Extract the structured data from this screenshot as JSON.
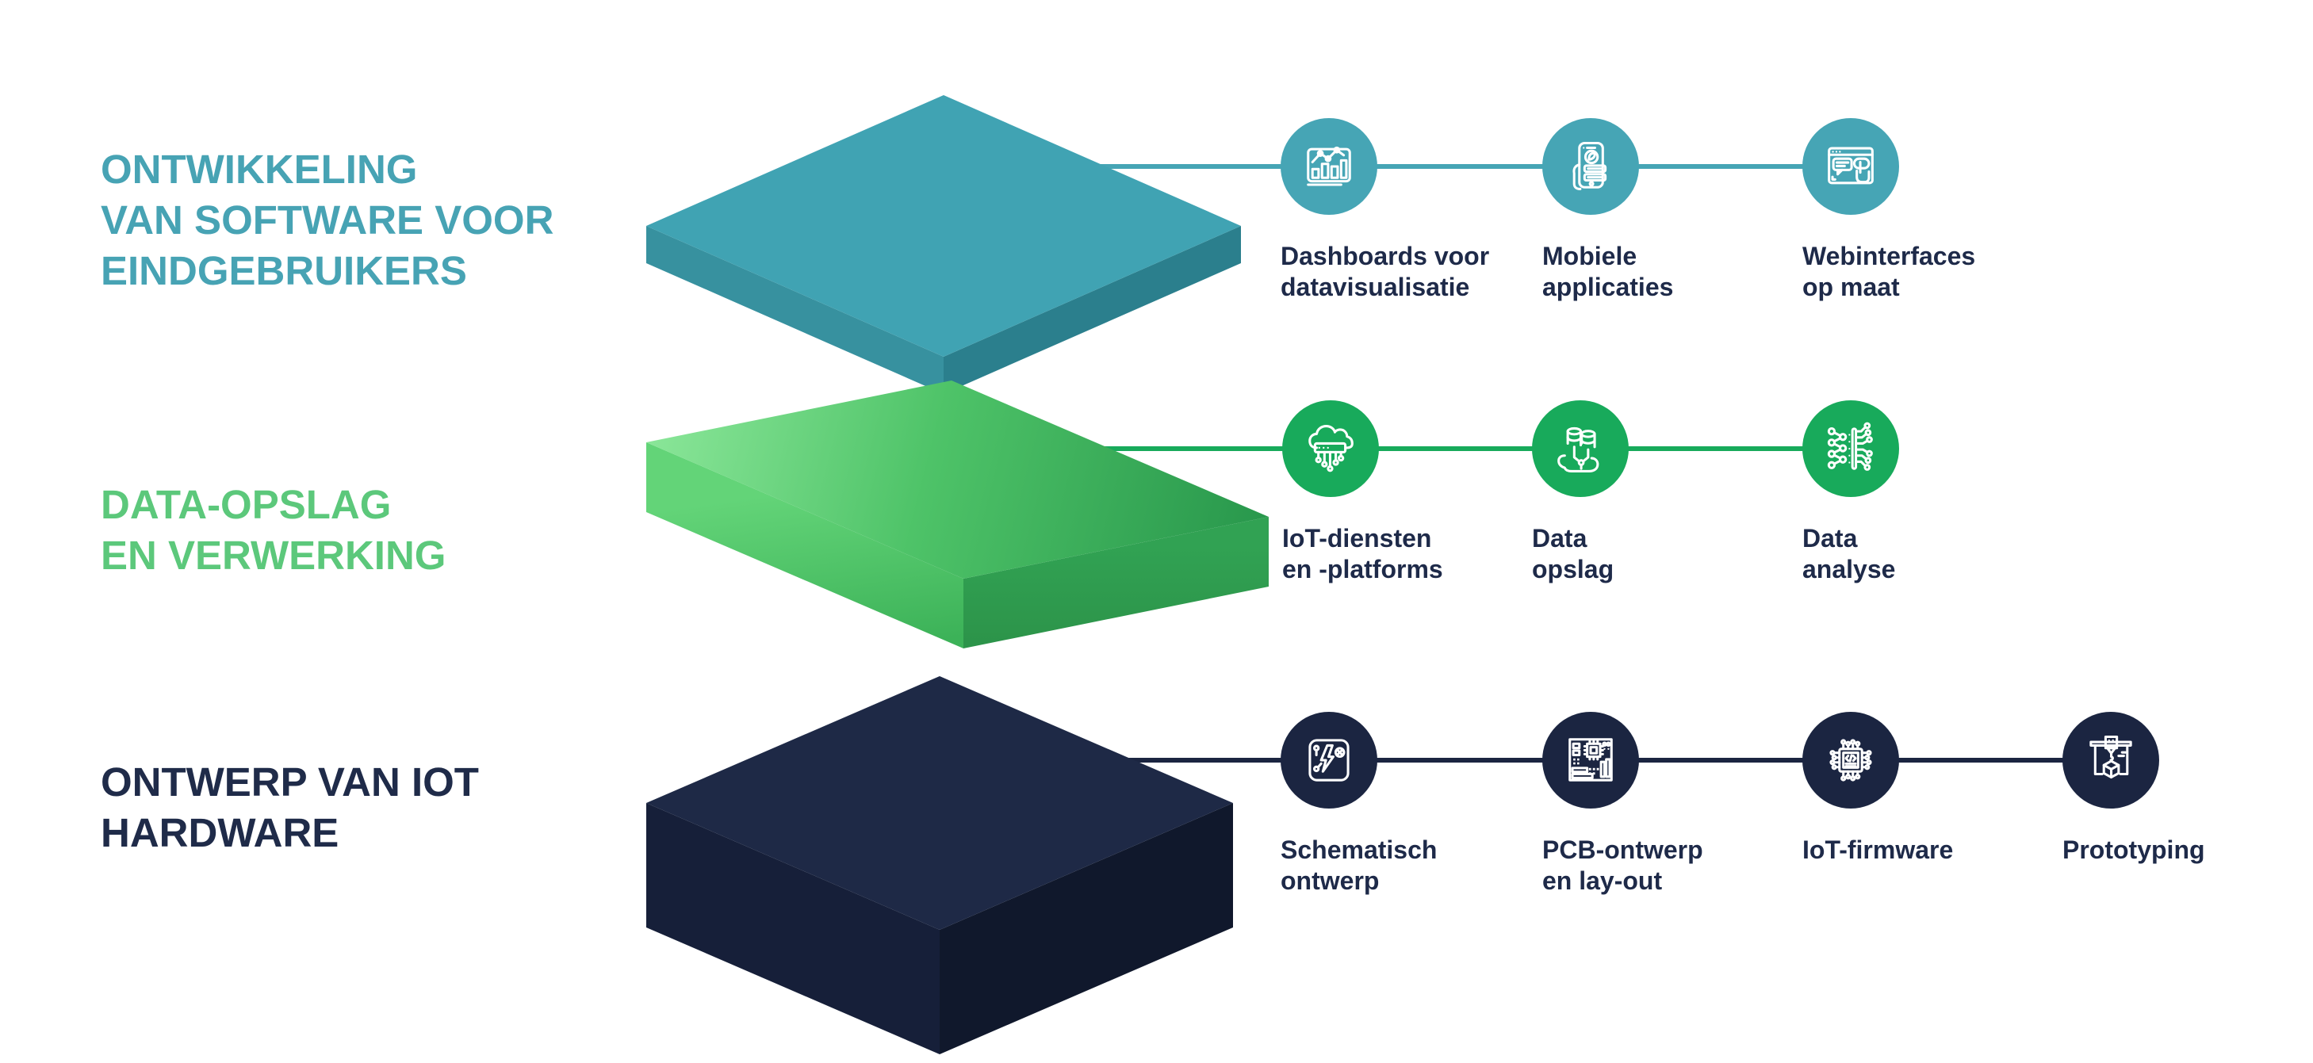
{
  "palette": {
    "teal": "#46a5b5",
    "green": "#18aa5b",
    "navy": "#1b2541",
    "title_teal": "#47a3b4",
    "title_green": "#5cc87b",
    "title_navy": "#1f2b49",
    "label_text": "#1e2a49",
    "background": "#ffffff",
    "green_slab_light": "#8ce79a",
    "green_slab_dark": "#27964b"
  },
  "rows": [
    {
      "title_lines": [
        "ONTWIKKELING",
        "VAN SOFTWARE VOOR",
        "EINDGEBRUIKERS"
      ],
      "items": [
        {
          "icon": "dashboard-chart-icon",
          "label_lines": [
            "Dashboards voor",
            "datavisualisatie"
          ]
        },
        {
          "icon": "mobile-app-icon",
          "label_lines": [
            "Mobiele",
            "applicaties"
          ]
        },
        {
          "icon": "web-interface-icon",
          "label_lines": [
            "Webinterfaces",
            "op maat"
          ]
        }
      ]
    },
    {
      "title_lines": [
        "DATA-OPSLAG",
        "EN VERWERKING"
      ],
      "items": [
        {
          "icon": "iot-cloud-icon",
          "label_lines": [
            "IoT-diensten",
            "en -platforms"
          ]
        },
        {
          "icon": "database-cloud-icon",
          "label_lines": [
            "Data",
            "opslag"
          ]
        },
        {
          "icon": "data-analysis-icon",
          "label_lines": [
            "Data",
            "analyse"
          ]
        }
      ]
    },
    {
      "title_lines": [
        "ONTWERP VAN IOT",
        "HARDWARE"
      ],
      "items": [
        {
          "icon": "circuit-schematic-icon",
          "label_lines": [
            "Schematisch",
            "ontwerp"
          ]
        },
        {
          "icon": "pcb-board-icon",
          "label_lines": [
            "PCB-ontwerp",
            "en lay-out"
          ]
        },
        {
          "icon": "chip-code-icon",
          "label_lines": [
            "IoT-firmware"
          ]
        },
        {
          "icon": "printer-3d-icon",
          "label_lines": [
            "Prototyping"
          ]
        }
      ]
    }
  ]
}
